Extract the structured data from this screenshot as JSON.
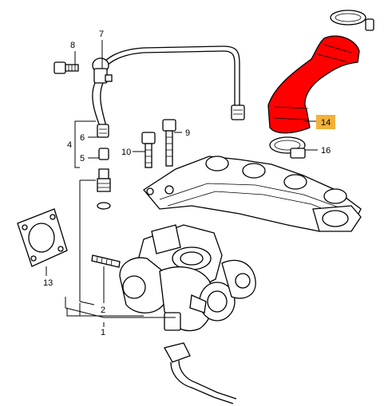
{
  "callouts": {
    "p1": "1",
    "p2": "2",
    "p4": "4",
    "p5": "5",
    "p6": "6",
    "p7": "7",
    "p8": "8",
    "p9": "9",
    "p10": "10",
    "p13": "13",
    "p16": "16"
  },
  "highlight": {
    "label": "14",
    "hose_color": "#ff0000",
    "label_bg": "#f2b13a"
  }
}
